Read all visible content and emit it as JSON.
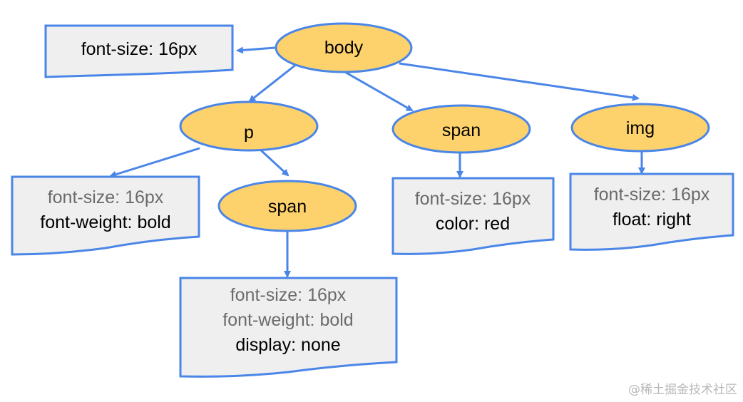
{
  "nodes": {
    "body": {
      "label": "body"
    },
    "p": {
      "label": "p"
    },
    "span_top": {
      "label": "span"
    },
    "img": {
      "label": "img"
    },
    "span_child": {
      "label": "span"
    }
  },
  "style_boxes": {
    "body": {
      "lines": [
        {
          "text": "font-size: 16px",
          "inherited": false
        }
      ]
    },
    "p": {
      "lines": [
        {
          "text": "font-size: 16px",
          "inherited": true
        },
        {
          "text": "font-weight: bold",
          "inherited": false
        }
      ]
    },
    "span_child": {
      "lines": [
        {
          "text": "font-size: 16px",
          "inherited": true
        },
        {
          "text": "font-weight: bold",
          "inherited": true
        },
        {
          "text": "display: none",
          "inherited": false
        }
      ]
    },
    "span_top": {
      "lines": [
        {
          "text": "font-size: 16px",
          "inherited": true
        },
        {
          "text": "color: red",
          "inherited": false
        }
      ]
    },
    "img": {
      "lines": [
        {
          "text": "font-size: 16px",
          "inherited": true
        },
        {
          "text": "float: right",
          "inherited": false
        }
      ]
    }
  },
  "watermark": {
    "text": "@稀土掘金技术社区"
  },
  "colors": {
    "node_fill": "#fdd26c",
    "node_stroke": "#4a86e8",
    "box_fill": "#efefef",
    "box_stroke": "#4a86e8",
    "edge": "#4a86e8",
    "inherited_text": "#6b6b6b",
    "own_text": "#000000"
  }
}
